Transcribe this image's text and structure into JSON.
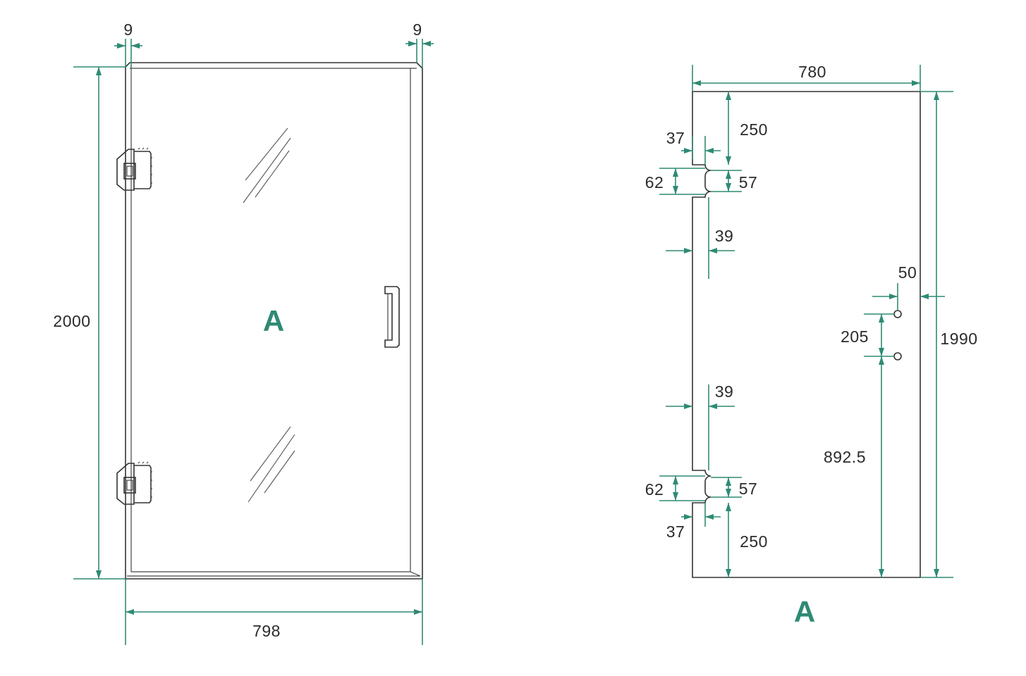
{
  "colors": {
    "dimension": "#2f8a74",
    "outline": "#333333",
    "text": "#2b2b2b"
  },
  "left_view": {
    "label": "A",
    "dims": {
      "side_left": "9",
      "side_right": "9",
      "height": "2000",
      "width": "798"
    }
  },
  "right_view": {
    "label": "A",
    "dims": {
      "panel_width": "780",
      "panel_height": "1990",
      "top_hinge_offset": "250",
      "top_hinge_depth": "37",
      "top_hinge_height": "62",
      "top_hinge_cut": "57",
      "top_hinge_edge": "39",
      "bottom_hinge_edge": "39",
      "bottom_hinge_height": "62",
      "bottom_hinge_cut": "57",
      "bottom_hinge_depth": "37",
      "bottom_hinge_offset": "250",
      "handle_edge": "50",
      "handle_spacing": "205",
      "handle_height": "892.5"
    }
  }
}
